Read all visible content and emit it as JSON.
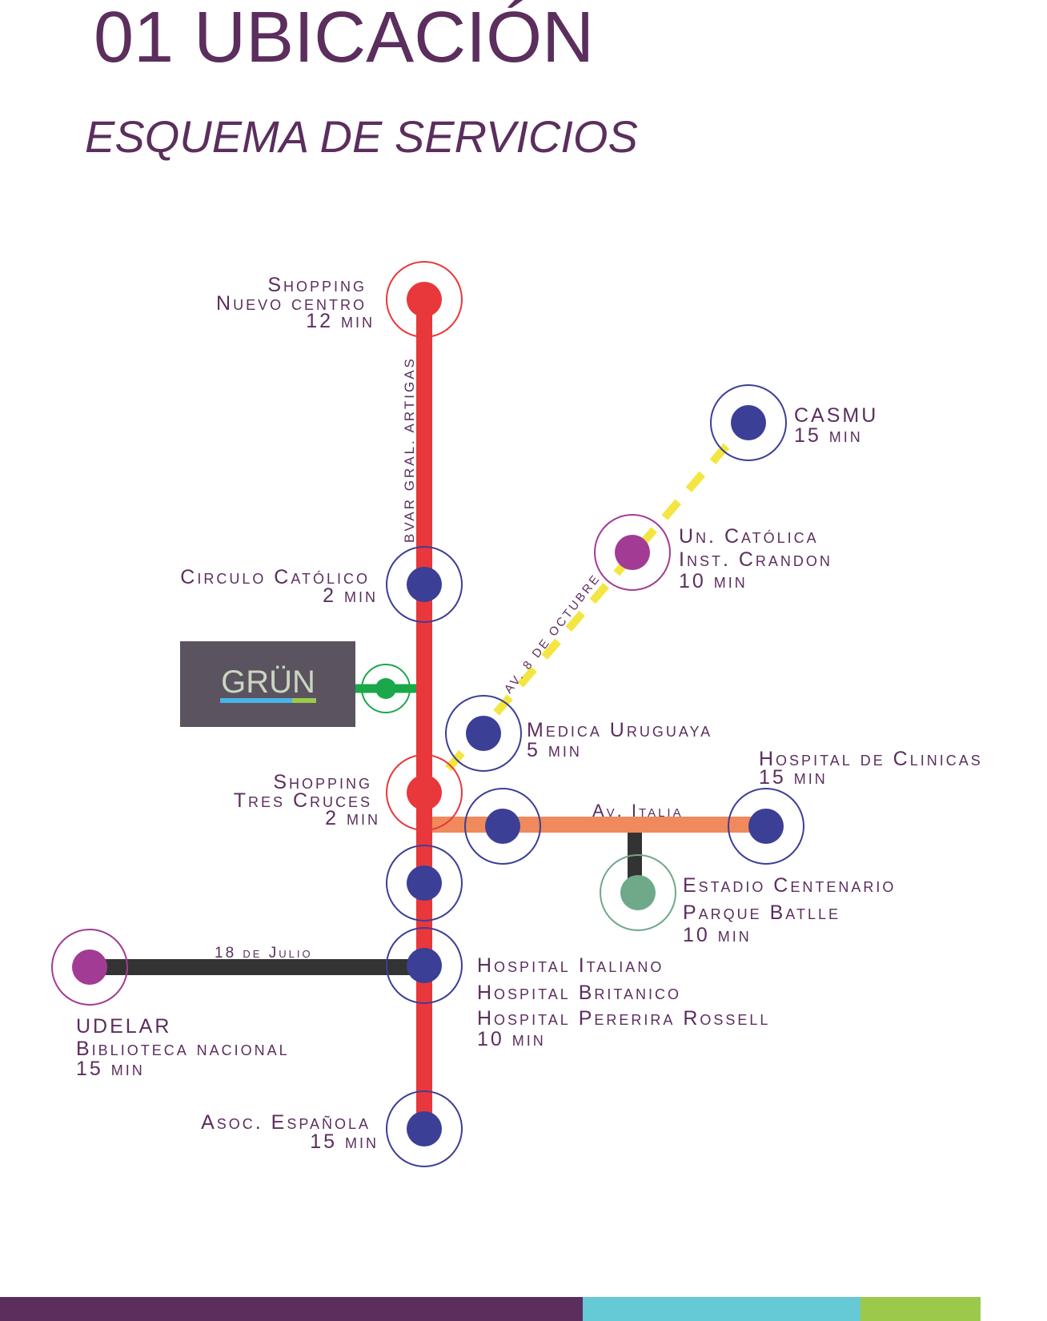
{
  "header": {
    "title": "01 UBICACIÓN",
    "subtitle": "ESQUEMA DE SERVICIOS"
  },
  "colors": {
    "text": "#5b2e5e",
    "red_line": "#e8383b",
    "blue_node": "#3b3f96",
    "purple_node": "#a23b94",
    "green_node": "#70a88a",
    "orange_line": "#f08a5d",
    "yellow_dash": "#f4e642",
    "black_line": "#333333",
    "grun_green": "#1aa84a",
    "bottom_bar": [
      "#5b2e5e",
      "#66c9d6",
      "#9cc94a"
    ]
  },
  "logo": {
    "text": "GRÜN"
  },
  "streets": {
    "artigas": "BVAR GRAL. ARTIGAS",
    "octubre": "AV. 8 DE OCTUBRE",
    "italia": "Av. Italia",
    "julio": "18 de Julio"
  },
  "stations": {
    "nuevo_centro": {
      "lines": [
        "Shopping",
        "Nuevo centro",
        "12 min"
      ]
    },
    "casmu": {
      "lines": [
        "CASMU",
        "15 min"
      ]
    },
    "catolica": {
      "lines": [
        "Un. Católica",
        "Inst. Crandon",
        "10 min"
      ]
    },
    "circulo": {
      "lines": [
        "Circulo Católico",
        "2 min"
      ]
    },
    "medica": {
      "lines": [
        "Medica Uruguaya",
        "5 min"
      ]
    },
    "clinicas": {
      "lines": [
        "Hospital de Clinicas",
        "15 min"
      ]
    },
    "tres_cruces": {
      "lines": [
        "Shopping",
        "Tres Cruces",
        "2 min"
      ]
    },
    "estadio": {
      "lines": [
        "Estadio Centenario",
        "Parque Batlle",
        "10 min"
      ]
    },
    "udelar": {
      "lines": [
        "UDELAR",
        "Biblioteca nacional",
        "15 min"
      ]
    },
    "hospitales": {
      "lines": [
        "Hospital Italiano",
        "Hospital Britanico",
        "Hospital Pererira Rossell",
        "10 min"
      ]
    },
    "espanola": {
      "lines": [
        "Asoc. Española",
        "15 min"
      ]
    }
  }
}
